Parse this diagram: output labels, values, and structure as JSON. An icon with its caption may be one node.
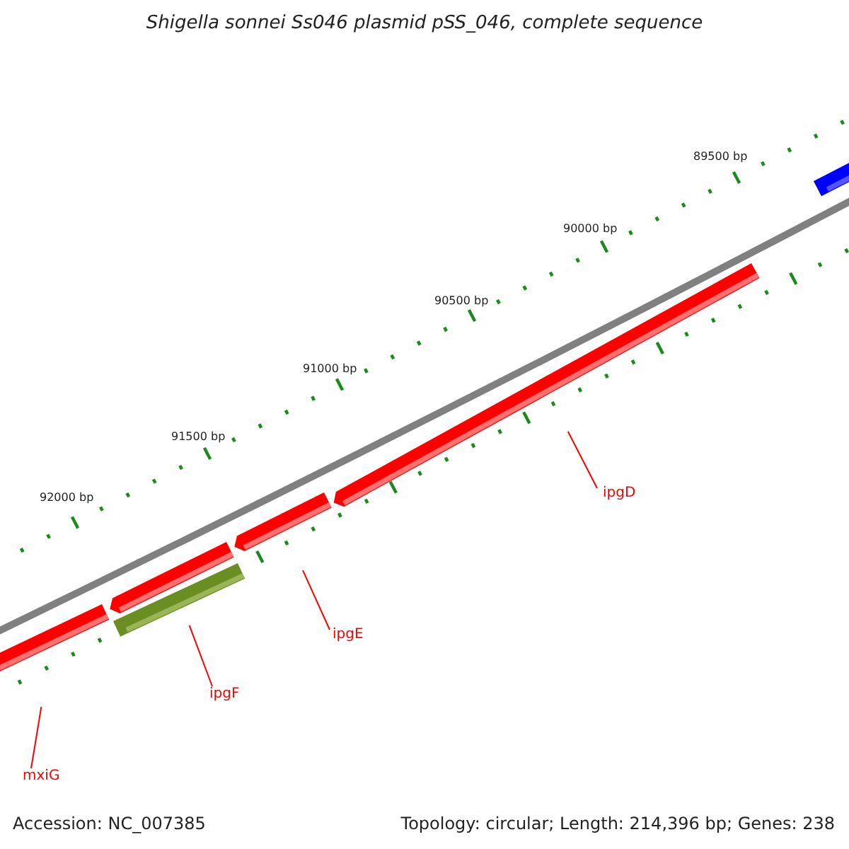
{
  "diagram": {
    "title": "Shigella sonnei Ss046 plasmid pSS_046, complete sequence",
    "nodes": [
      {
        "text": [],
        "shape": "bar"
      },
      {
        "text": [],
        "shape": "bar"
      },
      {
        "text": [],
        "shape": "bar"
      },
      {
        "text": [],
        "shape": "bar"
      },
      {
        "text": [],
        "shape": "bar"
      },
      {
        "text": [],
        "shape": "bar"
      },
      {
        "text": [
          "ipgD"
        ]
      },
      {
        "text": [
          "ipgE"
        ]
      },
      {
        "text": [
          "ipgF"
        ]
      },
      {
        "text": [
          "mxiG"
        ]
      }
    ],
    "edges": [
      {
        "from": 6,
        "to": 4,
        "arrow": "none"
      },
      {
        "from": 7,
        "to": 3,
        "arrow": "none"
      },
      {
        "from": 8,
        "to": 2,
        "arrow": "none"
      },
      {
        "from": 9,
        "to": 0,
        "arrow": "none"
      }
    ],
    "labels": [
      "89500 bp",
      "90000 bp",
      "90500 bp",
      "91000 bp",
      "91500 bp",
      "92000 bp",
      "Accession: NC_007385",
      "Topology: circular; Length: 214,396 bp; Genes: 238"
    ]
  }
}
